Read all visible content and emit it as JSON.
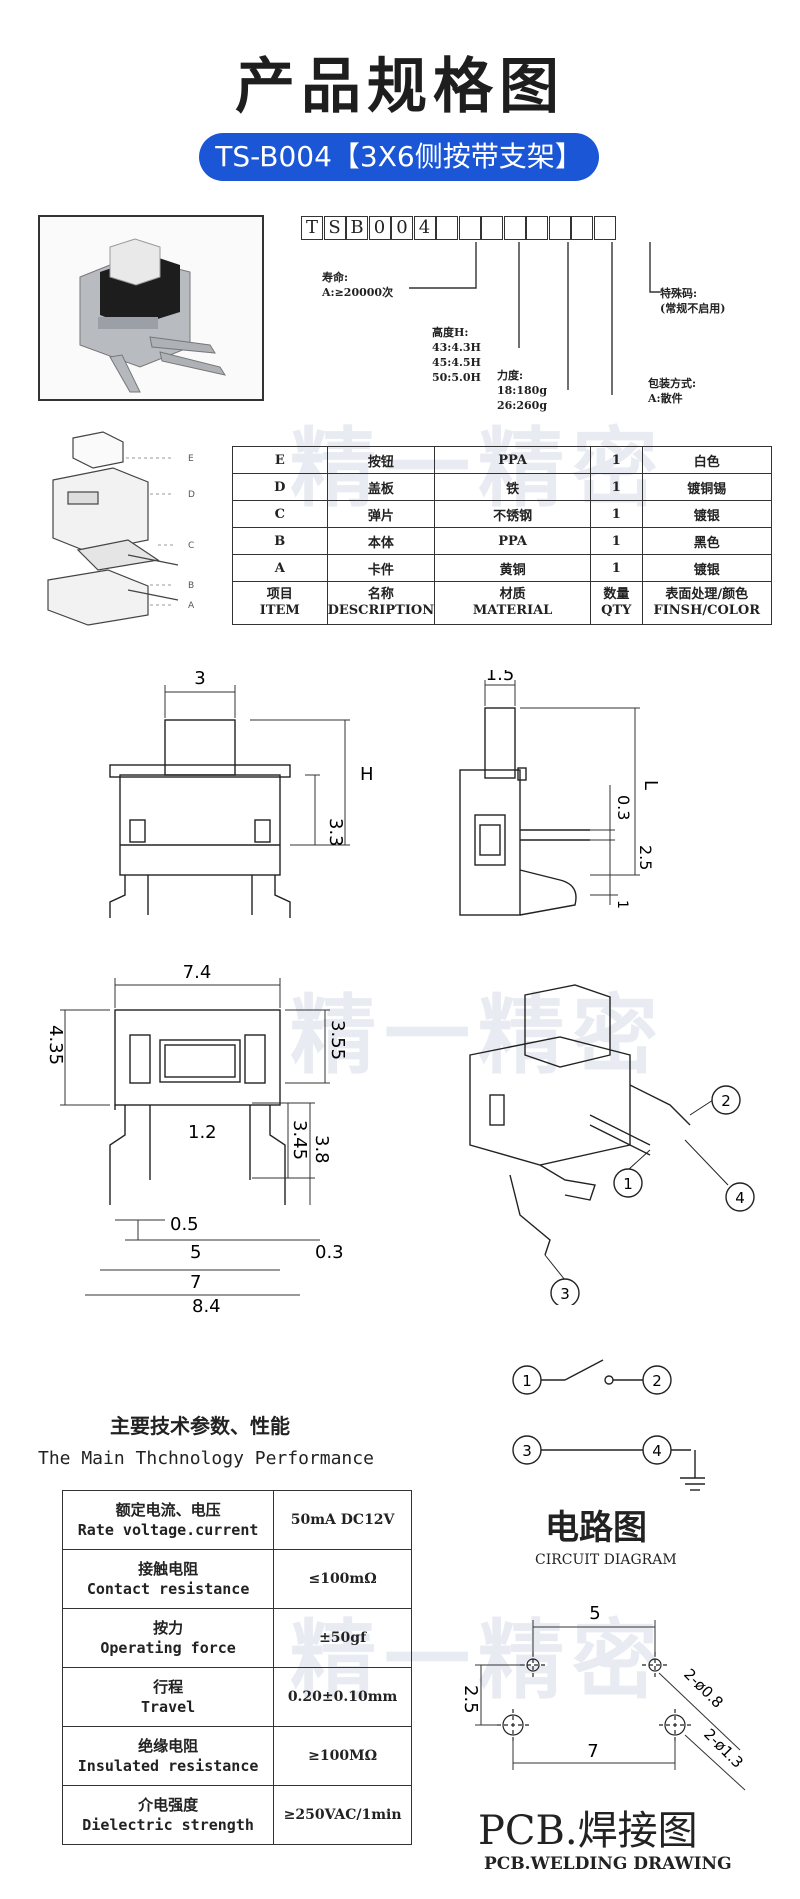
{
  "header": {
    "title": "产品规格图",
    "subtitle": "TS-B004【3X6侧按带支架】"
  },
  "part_code": {
    "chars": [
      "T",
      "S",
      "B",
      "0",
      "0",
      "4"
    ],
    "blank_count": 8
  },
  "code_notes": {
    "life": [
      "寿命:",
      "A:≥20000次"
    ],
    "height": [
      "高度H:",
      "43:4.3H",
      "45:4.5H",
      "50:5.0H"
    ],
    "force": [
      "力度:",
      "18:180g",
      "26:260g"
    ],
    "packing": [
      "包装方式:",
      "A:散件"
    ],
    "special": [
      "特殊码:",
      "(常规不启用)"
    ]
  },
  "watermark": {
    "text": "精一精密"
  },
  "bom": {
    "rows": [
      {
        "item": "E",
        "desc": "按钮",
        "material": "PPA",
        "qty": "1",
        "finish": "白色"
      },
      {
        "item": "D",
        "desc": "盖板",
        "material": "铁",
        "qty": "1",
        "finish": "镀铜锡"
      },
      {
        "item": "C",
        "desc": "弹片",
        "material": "不锈钢",
        "qty": "1",
        "finish": "镀银"
      },
      {
        "item": "B",
        "desc": "本体",
        "material": "PPA",
        "qty": "1",
        "finish": "黑色"
      },
      {
        "item": "A",
        "desc": "卡件",
        "material": "黄铜",
        "qty": "1",
        "finish": "镀银"
      }
    ],
    "header": {
      "item": [
        "项目",
        "ITEM"
      ],
      "desc": [
        "名称",
        "DESCRIPTION"
      ],
      "material": [
        "材质",
        "MATERIAL"
      ],
      "qty": [
        "数量",
        "QTY"
      ],
      "finish": [
        "表面处理/颜色",
        "FINSH/COLOR"
      ]
    },
    "exploded_labels": [
      "E",
      "D",
      "C",
      "B",
      "A"
    ]
  },
  "dimensions": {
    "front": {
      "w3": "3",
      "h": "H",
      "h33": "3.3"
    },
    "side": {
      "w15": "1.5",
      "l": "L",
      "d03": "0.3",
      "d25": "2.5",
      "d1": "1"
    },
    "bottom": {
      "w74": "7.4",
      "h435": "4.35",
      "d355": "3.55",
      "d12": "1.2",
      "d345": "3.45",
      "d38": "3.8",
      "d05": "0.5",
      "d5": "5",
      "d03": "0.3",
      "d7": "7",
      "d84": "8.4"
    },
    "pins": [
      "1",
      "2",
      "3",
      "4"
    ]
  },
  "performance": {
    "title_cn": "主要技术参数、性能",
    "title_en": "The Main Thchnology Performance",
    "rows": [
      {
        "cn": "额定电流、电压",
        "en": "Rate voltage.current",
        "value": "50mA DC12V"
      },
      {
        "cn": "接触电阻",
        "en": "Contact resistance",
        "value": "≤100mΩ"
      },
      {
        "cn": "按力",
        "en": "Operating force",
        "value": "±50gf"
      },
      {
        "cn": "行程",
        "en": "Travel",
        "value": "0.20±0.10mm"
      },
      {
        "cn": "绝缘电阻",
        "en": "Insulated resistance",
        "value": "≥100MΩ"
      },
      {
        "cn": "介电强度",
        "en": "Dielectric strength",
        "value": "≥250VAC/1min"
      }
    ]
  },
  "circuit": {
    "pins": [
      "1",
      "2",
      "3",
      "4"
    ],
    "title_cn": "电路图",
    "title_en": "CIRCUIT DIAGRAM"
  },
  "pcb": {
    "d5": "5",
    "d25": "2.5",
    "d7": "7",
    "hole1": "2-ø0.8",
    "hole2": "2-ø1.3",
    "title_cn": "PCB.焊接图",
    "title_en": "PCB.WELDING DRAWING"
  }
}
